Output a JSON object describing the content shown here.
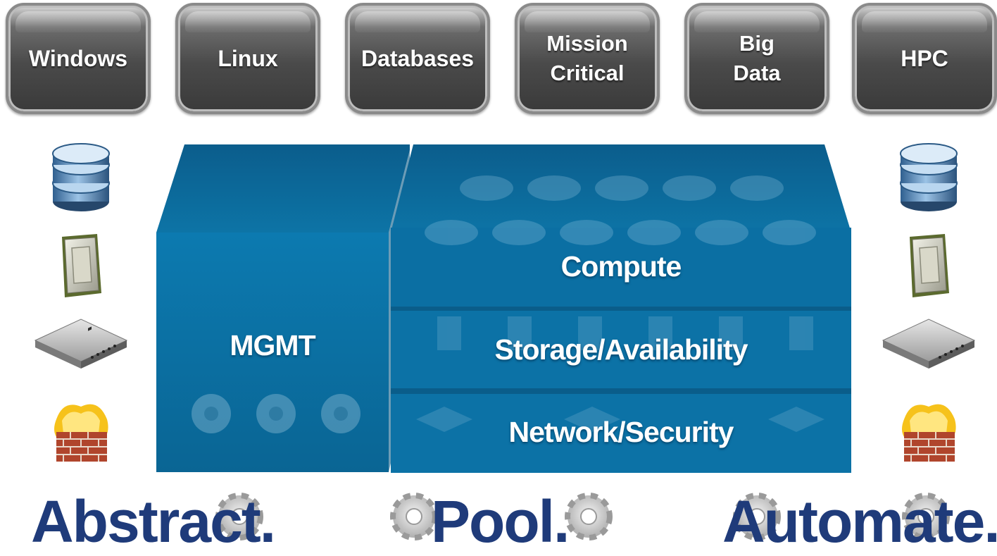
{
  "workloads": {
    "windows": "Windows",
    "linux": "Linux",
    "databases": "Databases",
    "mission_critical": "Mission\nCritical",
    "big_data": "Big\nData",
    "hpc": "HPC"
  },
  "platform": {
    "mgmt": "MGMT",
    "compute": "Compute",
    "storage": "Storage/Availability",
    "network": "Network/Security"
  },
  "motto": {
    "abstract": "Abstract.",
    "pool": "Pool.",
    "automate": "Automate."
  },
  "icons": {
    "left": [
      "database-icon",
      "cpu-chip-icon",
      "network-switch-icon",
      "firewall-icon"
    ],
    "right": [
      "database-icon",
      "cpu-chip-icon",
      "network-switch-icon",
      "firewall-icon"
    ]
  },
  "colors": {
    "block_blue": "#0a6f9e",
    "block_dark": "#085a86",
    "motto_blue": "#1f3b7a",
    "tile_gray": "#4a4a4a"
  }
}
